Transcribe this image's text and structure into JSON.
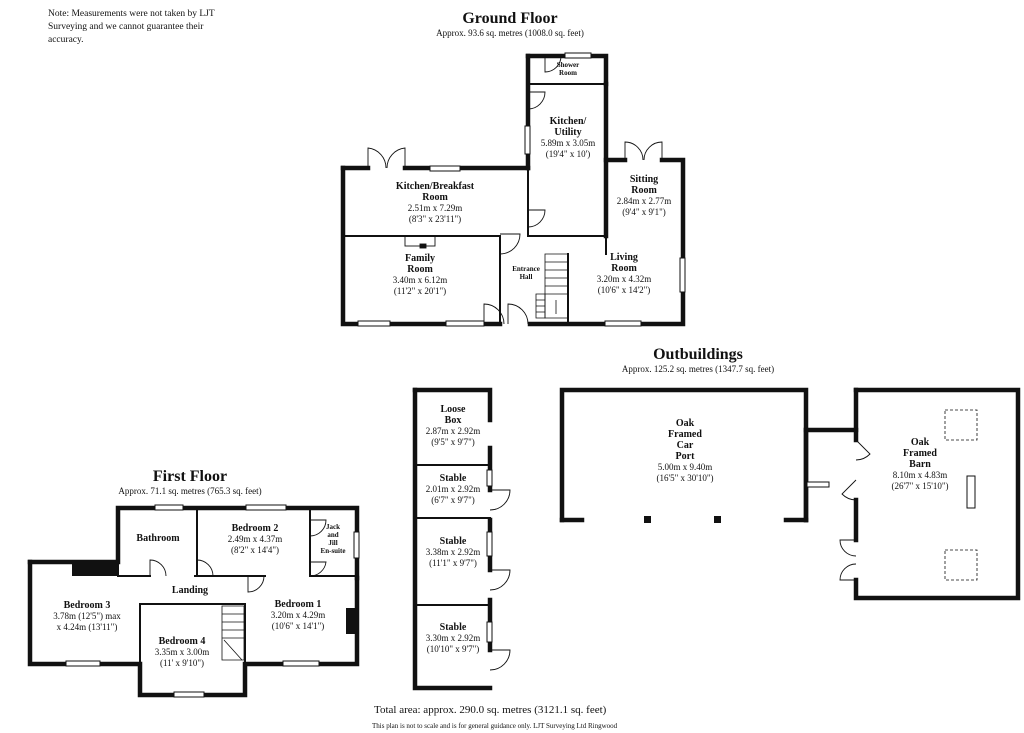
{
  "note": "Note: Measurements were not taken by LJT Surveying and we cannot guarantee their accuracy.",
  "floors": {
    "ground": {
      "title": "Ground Floor",
      "area": "Approx. 93.6 sq. metres (1008.0 sq. feet)"
    },
    "first": {
      "title": "First Floor",
      "area": "Approx. 71.1 sq. metres (765.3 sq. feet)"
    },
    "outbuildings": {
      "title": "Outbuildings",
      "area": "Approx. 125.2 sq. metres (1347.7 sq. feet)"
    }
  },
  "rooms": {
    "shower": {
      "name": "Shower\nRoom"
    },
    "kitchen_utility": {
      "name": "Kitchen/\nUtility",
      "metric": "5.89m x 3.05m",
      "imperial": "(19'4\" x 10')"
    },
    "kitchen_breakfast": {
      "name": "Kitchen/Breakfast\nRoom",
      "metric": "2.51m x 7.29m",
      "imperial": "(8'3\" x 23'11\")"
    },
    "sitting": {
      "name": "Sitting\nRoom",
      "metric": "2.84m x 2.77m",
      "imperial": "(9'4\" x 9'1\")"
    },
    "family": {
      "name": "Family\nRoom",
      "metric": "3.40m x 6.12m",
      "imperial": "(11'2\" x 20'1\")"
    },
    "entrance": {
      "name": "Entrance\nHall"
    },
    "living": {
      "name": "Living\nRoom",
      "metric": "3.20m x 4.32m",
      "imperial": "(10'6\" x 14'2\")"
    },
    "bathroom": {
      "name": "Bathroom"
    },
    "bedroom2": {
      "name": "Bedroom 2",
      "metric": "2.49m x 4.37m",
      "imperial": "(8'2\" x 14'4\")"
    },
    "ensuite": {
      "name": "Jack\nand\nJill\nEn-suite"
    },
    "landing": {
      "name": "Landing"
    },
    "bedroom3": {
      "name": "Bedroom 3",
      "metric": "3.78m (12'5\") max\nx 4.24m (13'11\")"
    },
    "bedroom1": {
      "name": "Bedroom 1",
      "metric": "3.20m x 4.29m",
      "imperial": "(10'6\" x 14'1\")"
    },
    "bedroom4": {
      "name": "Bedroom 4",
      "metric": "3.35m x 3.00m",
      "imperial": "(11' x 9'10\")"
    },
    "loose_box": {
      "name": "Loose\nBox",
      "metric": "2.87m x 2.92m",
      "imperial": "(9'5\" x 9'7\")"
    },
    "stable1": {
      "name": "Stable",
      "metric": "2.01m x 2.92m",
      "imperial": "(6'7\" x 9'7\")"
    },
    "stable2": {
      "name": "Stable",
      "metric": "3.38m x 2.92m",
      "imperial": "(11'1\" x 9'7\")"
    },
    "stable3": {
      "name": "Stable",
      "metric": "3.30m x 2.92m",
      "imperial": "(10'10\" x 9'7\")"
    },
    "carport": {
      "name": "Oak\nFramed\nCar\nPort",
      "metric": "5.00m x 9.40m",
      "imperial": "(16'5\" x 30'10\")"
    },
    "barn": {
      "name": "Oak\nFramed\nBarn",
      "metric": "8.10m x 4.83m",
      "imperial": "(26'7\" x 15'10\")"
    }
  },
  "total_area": "Total area: approx. 290.0 sq. metres (3121.1 sq. feet)",
  "disclaimer": "This plan is not to scale and is for general guidance only. LJT Surveying Ltd Ringwood"
}
